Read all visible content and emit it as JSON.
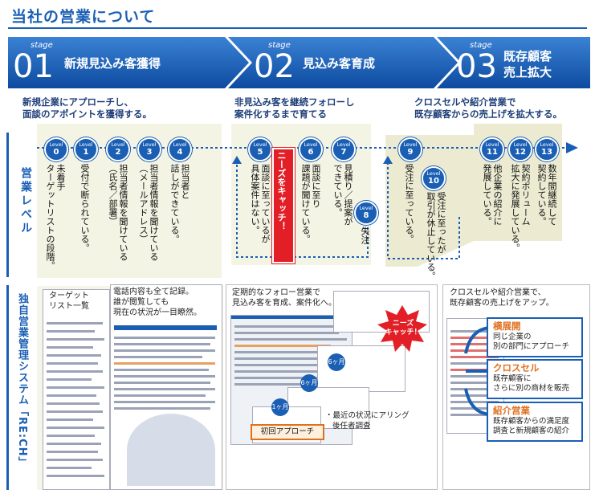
{
  "title": "当社の営業について",
  "stages": [
    {
      "label": "stage",
      "num": "01",
      "name": "新規見込み客獲得",
      "desc1": "新規企業にアプローチし、",
      "desc2": "面談のアポイントを獲得する。"
    },
    {
      "label": "stage",
      "num": "02",
      "name": "見込み客育成",
      "desc1": "非見込み客を継続フォローし",
      "desc2": "案件化するまで育てる"
    },
    {
      "label": "stage",
      "num": "03",
      "name1": "既存顧客",
      "name2": "売上拡大",
      "desc1": "クロスセルや紹介営業で",
      "desc2": "既存顧客からの売上げを拡大する。"
    }
  ],
  "side_label_top": "営業レベル",
  "side_label_bottom": "独自営業管理システム「RE:CH」",
  "level_word": "Level",
  "levels": [
    {
      "n": "0",
      "t": "未着手\nターゲットリストの段階。"
    },
    {
      "n": "1",
      "t": "受付で断られている。"
    },
    {
      "n": "2",
      "t": "担当者情報を聞けている\n（氏名／部署）"
    },
    {
      "n": "3",
      "t": "担当者情報を聞けている\n（メールアドレス）"
    },
    {
      "n": "4",
      "t": "担当者と\n話しができている。"
    },
    {
      "n": "5",
      "t": "面談に至っているが\n具体案件はない。"
    },
    {
      "n": "6",
      "t": "面談に至り\n課題が聞けている。"
    },
    {
      "n": "7",
      "t": "見積り／提案が\nできている。"
    },
    {
      "n": "8",
      "t": "失注"
    },
    {
      "n": "9",
      "t": "受注に至っている。"
    },
    {
      "n": "10",
      "t": "受注に至ったが\n取引が休止している。"
    },
    {
      "n": "11",
      "t": "他企業の紹介に\n発展している。"
    },
    {
      "n": "12",
      "t": "契約ボリューム\n拡大に発展している。"
    },
    {
      "n": "13",
      "t": "数年間継続して\n契約している。"
    }
  ],
  "needs_catch": "ニーズをキャッチ！",
  "needs_catch_badge_1": "ニーズ",
  "needs_catch_badge_2": "キャッチ！",
  "panel1": {
    "title1": "ターゲット",
    "title2": "リスト一覧"
  },
  "panel2": {
    "l1": "電話内容も全て記録。",
    "l2": "誰が閲覧しても",
    "l3": "現在の状況が一目瞭然。"
  },
  "panel3": {
    "l1": "定期的なフォロー営業で",
    "l2": "見込み客を育成、案件化へ。",
    "m1": "1ヶ月",
    "m2": "6ヶ月",
    "m3": "6ヶ月",
    "first": "初回アプローチ",
    "bullet1": "・最近の状況にアリング",
    "bullet2": "後任者調査"
  },
  "panel4": {
    "l1": "クロスセルや紹介営業で、",
    "l2": "既存顧客の売上げをアップ。",
    "c1_title": "横展開",
    "c1_d1": "同じ企業の",
    "c1_d2": "別の部門にアプローチ",
    "c2_title": "クロスセル",
    "c2_d1": "既存顧客に",
    "c2_d2": "さらに別の商材を販売",
    "c3_title": "紹介営業",
    "c3_d1": "既存顧客からの満足度",
    "c3_d2": "調査と新規顧客の紹介"
  }
}
